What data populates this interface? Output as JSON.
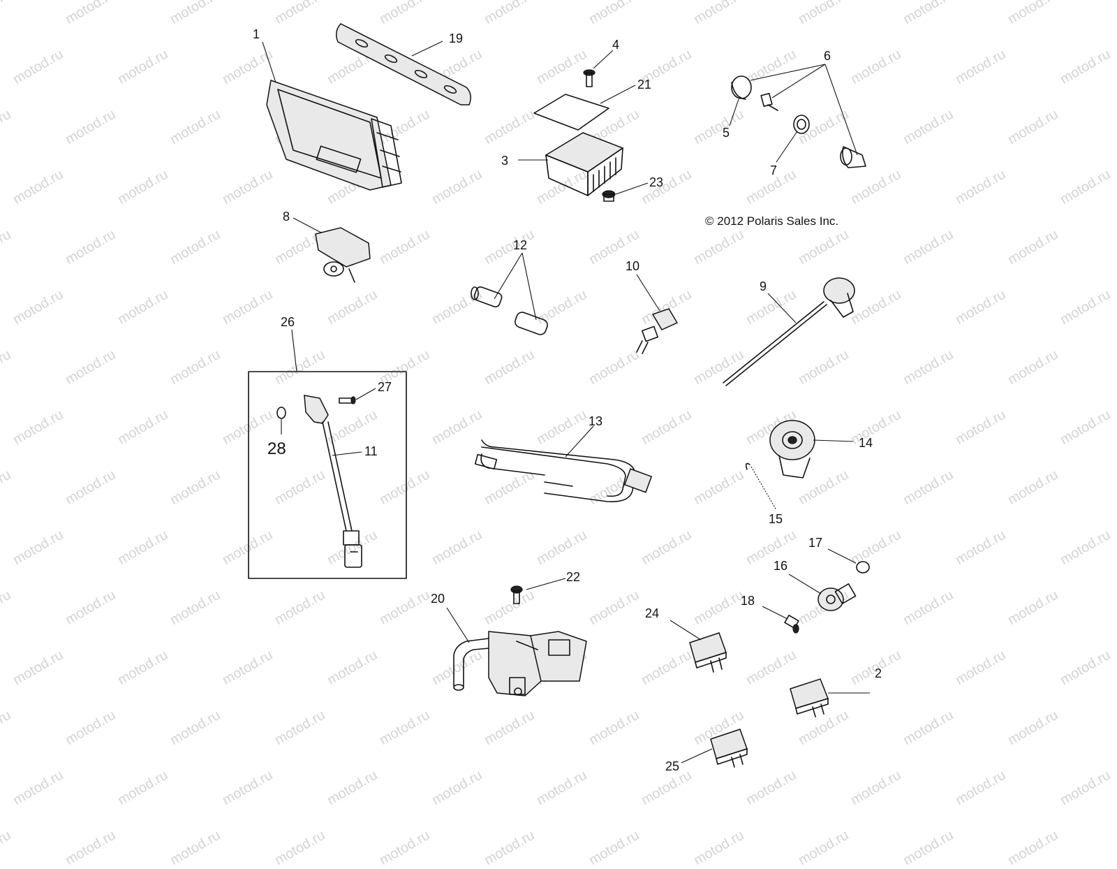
{
  "copyright": "© 2012 Polaris Sales Inc.",
  "watermark": "motod.ru",
  "callouts": {
    "c1": "1",
    "c2": "2",
    "c3": "3",
    "c4": "4",
    "c5": "5",
    "c6": "6",
    "c7": "7",
    "c8": "8",
    "c9": "9",
    "c10": "10",
    "c11": "11",
    "c12": "12",
    "c13": "13",
    "c14": "14",
    "c15": "15",
    "c16": "16",
    "c17": "17",
    "c18": "18",
    "c19": "19",
    "c20": "20",
    "c21": "21",
    "c22": "22",
    "c23": "23",
    "c24": "24",
    "c25": "25",
    "c26": "26",
    "c27": "27",
    "c28": "28"
  }
}
